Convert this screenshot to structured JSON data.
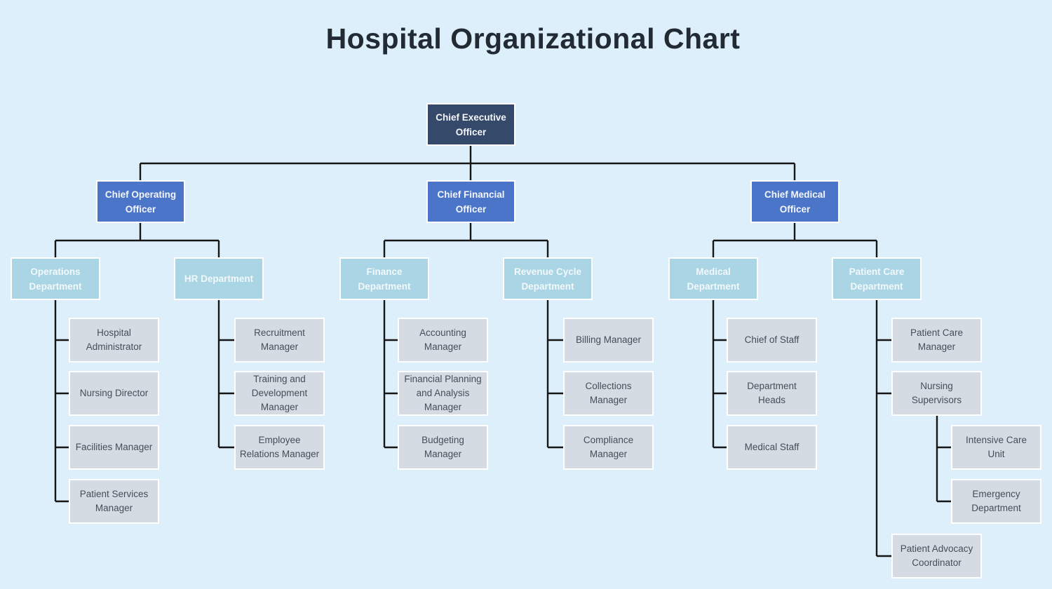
{
  "title": "Hospital Organizational Chart",
  "palette": {
    "background": "#ddeffa",
    "executive_fill": "#35496a",
    "officer_fill": "#4a75c9",
    "department_fill": "#a9d5e4",
    "staff_fill": "#d5dbe2",
    "staff_text": "#454d58",
    "node_border": "#ffffff",
    "connector": "#161616",
    "title_text": "#222a33"
  },
  "nodes": {
    "ceo": {
      "label": [
        "Chief Executive",
        "Officer"
      ]
    },
    "coo": {
      "label": [
        "Chief Operating",
        "Officer"
      ]
    },
    "cfo": {
      "label": [
        "Chief Financial",
        "Officer"
      ]
    },
    "cmo": {
      "label": [
        "Chief Medical",
        "Officer"
      ]
    },
    "operations_dept": {
      "label": [
        "Operations",
        "Department"
      ]
    },
    "hr_dept": {
      "label": [
        "HR Department"
      ]
    },
    "finance_dept": {
      "label": [
        "Finance",
        "Department"
      ]
    },
    "revenue_cycle_dept": {
      "label": [
        "Revenue Cycle",
        "Department"
      ]
    },
    "medical_dept": {
      "label": [
        "Medical",
        "Department"
      ]
    },
    "patient_care_dept": {
      "label": [
        "Patient Care",
        "Department"
      ]
    },
    "hospital_administrator": {
      "label": [
        "Hospital",
        "Administrator"
      ]
    },
    "nursing_director": {
      "label": [
        "Nursing Director"
      ]
    },
    "facilities_manager": {
      "label": [
        "Facilities Manager"
      ]
    },
    "patient_services_manager": {
      "label": [
        "Patient Services",
        "Manager"
      ]
    },
    "recruitment_manager": {
      "label": [
        "Recruitment",
        "Manager"
      ]
    },
    "training_development_manager": {
      "label": [
        "Training and",
        "Development",
        "Manager"
      ]
    },
    "employee_relations_manager": {
      "label": [
        "Employee",
        "Relations Manager"
      ]
    },
    "accounting_manager": {
      "label": [
        "Accounting",
        "Manager"
      ]
    },
    "financial_planning_manager": {
      "label": [
        "Financial Planning",
        "and Analysis",
        "Manager"
      ]
    },
    "budgeting_manager": {
      "label": [
        "Budgeting",
        "Manager"
      ]
    },
    "billing_manager": {
      "label": [
        "Billing Manager"
      ]
    },
    "collections_manager": {
      "label": [
        "Collections",
        "Manager"
      ]
    },
    "compliance_manager": {
      "label": [
        "Compliance",
        "Manager"
      ]
    },
    "chief_of_staff": {
      "label": [
        "Chief of Staff"
      ]
    },
    "department_heads": {
      "label": [
        "Department",
        "Heads"
      ]
    },
    "medical_staff": {
      "label": [
        "Medical Staff"
      ]
    },
    "patient_care_manager": {
      "label": [
        "Patient Care",
        "Manager"
      ]
    },
    "nursing_supervisors": {
      "label": [
        "Nursing",
        "Supervisors"
      ]
    },
    "intensive_care_unit": {
      "label": [
        "Intensive Care",
        "Unit"
      ]
    },
    "emergency_department": {
      "label": [
        "Emergency",
        "Department"
      ]
    },
    "patient_advocacy_coordinator": {
      "label": [
        "Patient Advocacy",
        "Coordinator"
      ]
    }
  }
}
